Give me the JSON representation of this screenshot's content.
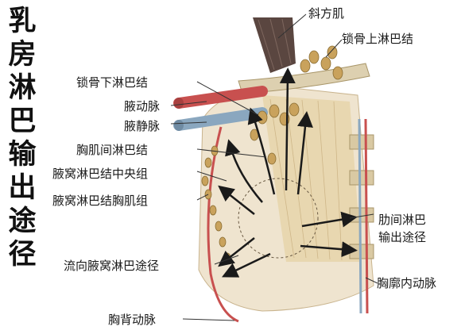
{
  "title_chars": [
    "乳",
    "房",
    "淋",
    "巴",
    "输",
    "出",
    "途",
    "径"
  ],
  "labels": {
    "trapezius": "斜方肌",
    "supraclavicular": "锁骨上淋巴结",
    "infraclavicular": "锁骨下淋巴结",
    "axillary_artery": "腋动脉",
    "axillary_vein": "腋静脉",
    "interpectoral": "胸肌间淋巴结",
    "axillary_central": "腋窝淋巴结中央组",
    "axillary_pectoral": "腋窝淋巴结胸肌组",
    "intercostal_line1": "肋间淋巴",
    "intercostal_line2": "输出途径",
    "to_axillary": "流向腋窝淋巴途径",
    "internal_thoracic": "胸廓内动脉",
    "thoracodorsal": "胸背动脉"
  },
  "colors": {
    "artery": "#c8504f",
    "vein": "#8aa7bf",
    "node": "#c9a25c",
    "muscle": "#e6d3a8",
    "arrow": "#1a1a1a"
  }
}
